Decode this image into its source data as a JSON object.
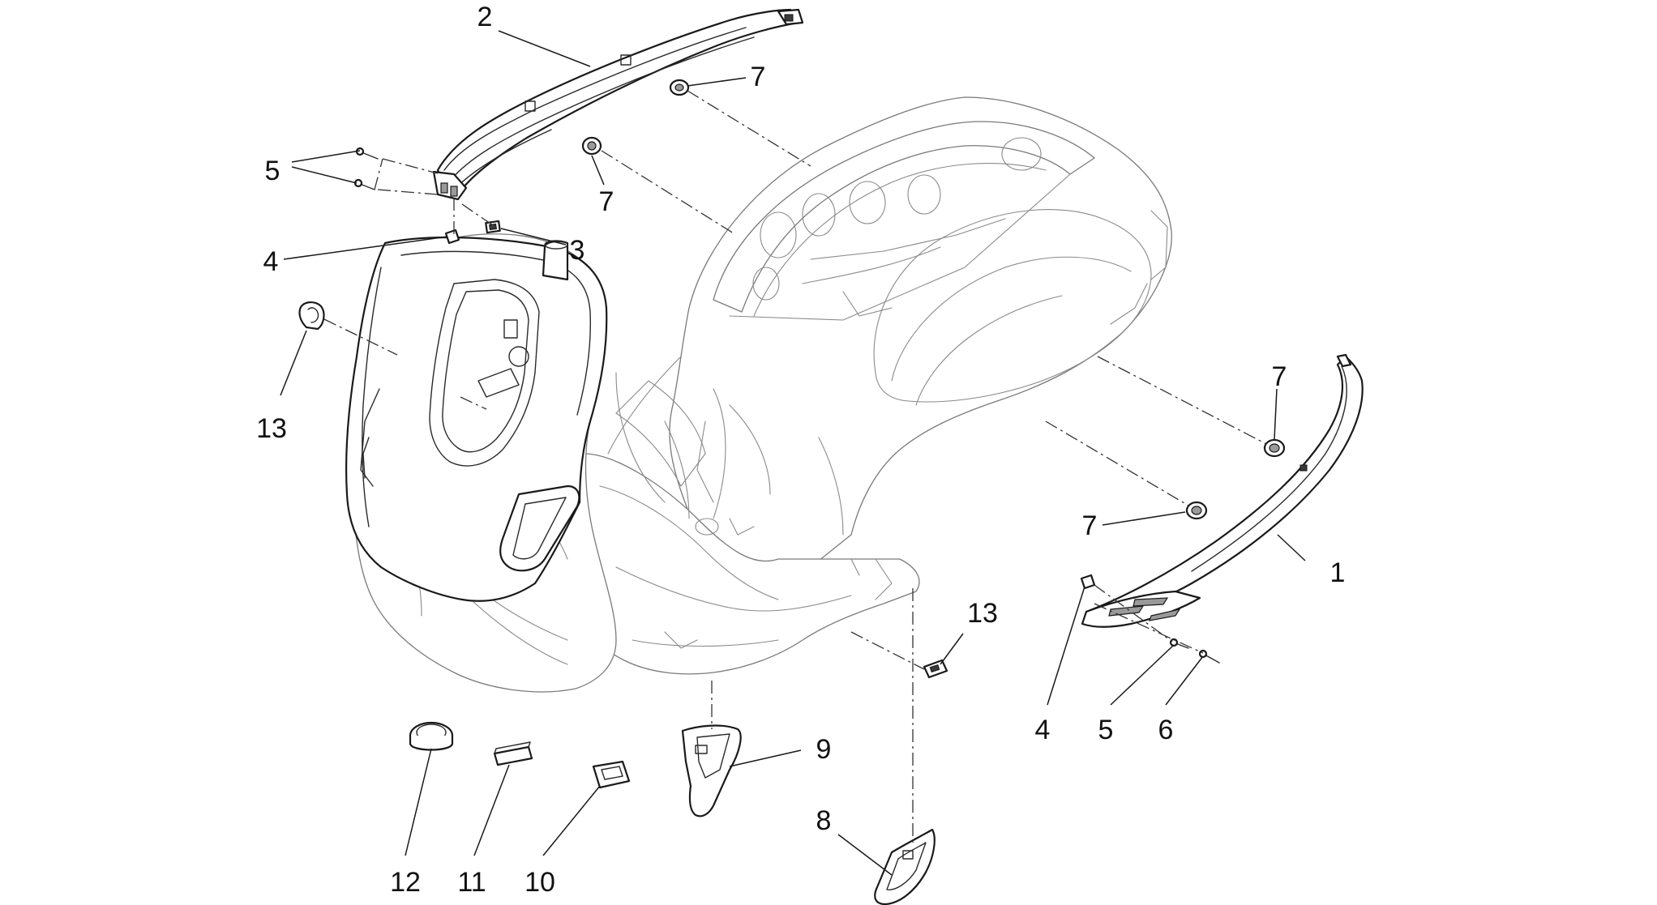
{
  "diagram": {
    "callouts": [
      {
        "label": "2"
      },
      {
        "label": "7"
      },
      {
        "label": "5"
      },
      {
        "label": "7"
      },
      {
        "label": "4"
      },
      {
        "label": "3"
      },
      {
        "label": "13"
      },
      {
        "label": "7"
      },
      {
        "label": "7"
      },
      {
        "label": "1"
      },
      {
        "label": "13"
      },
      {
        "label": "4"
      },
      {
        "label": "5"
      },
      {
        "label": "6"
      },
      {
        "label": "9"
      },
      {
        "label": "8"
      },
      {
        "label": "12"
      },
      {
        "label": "11"
      },
      {
        "label": "10"
      }
    ]
  }
}
